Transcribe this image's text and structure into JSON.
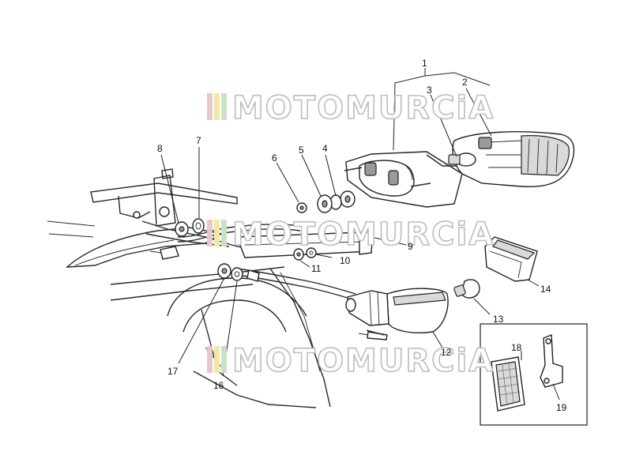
{
  "watermark": {
    "text": "MOTOMURCiA",
    "stripe_colors": [
      "#e8c8c8",
      "#f3e6a8",
      "#c9e2c0"
    ]
  },
  "labels": [
    {
      "id": "1",
      "text": "1"
    },
    {
      "id": "2",
      "text": "2"
    },
    {
      "id": "3",
      "text": "3"
    },
    {
      "id": "4",
      "text": "4"
    },
    {
      "id": "5",
      "text": "5"
    },
    {
      "id": "6",
      "text": "6"
    },
    {
      "id": "7",
      "text": "7"
    },
    {
      "id": "8",
      "text": "8"
    },
    {
      "id": "9",
      "text": "9"
    },
    {
      "id": "10",
      "text": "10"
    },
    {
      "id": "11",
      "text": "11"
    },
    {
      "id": "12",
      "text": "12"
    },
    {
      "id": "13",
      "text": "13"
    },
    {
      "id": "14",
      "text": "14"
    },
    {
      "id": "16",
      "text": "16"
    },
    {
      "id": "17",
      "text": "17"
    },
    {
      "id": "18",
      "text": "18"
    },
    {
      "id": "19",
      "text": "19"
    }
  ]
}
